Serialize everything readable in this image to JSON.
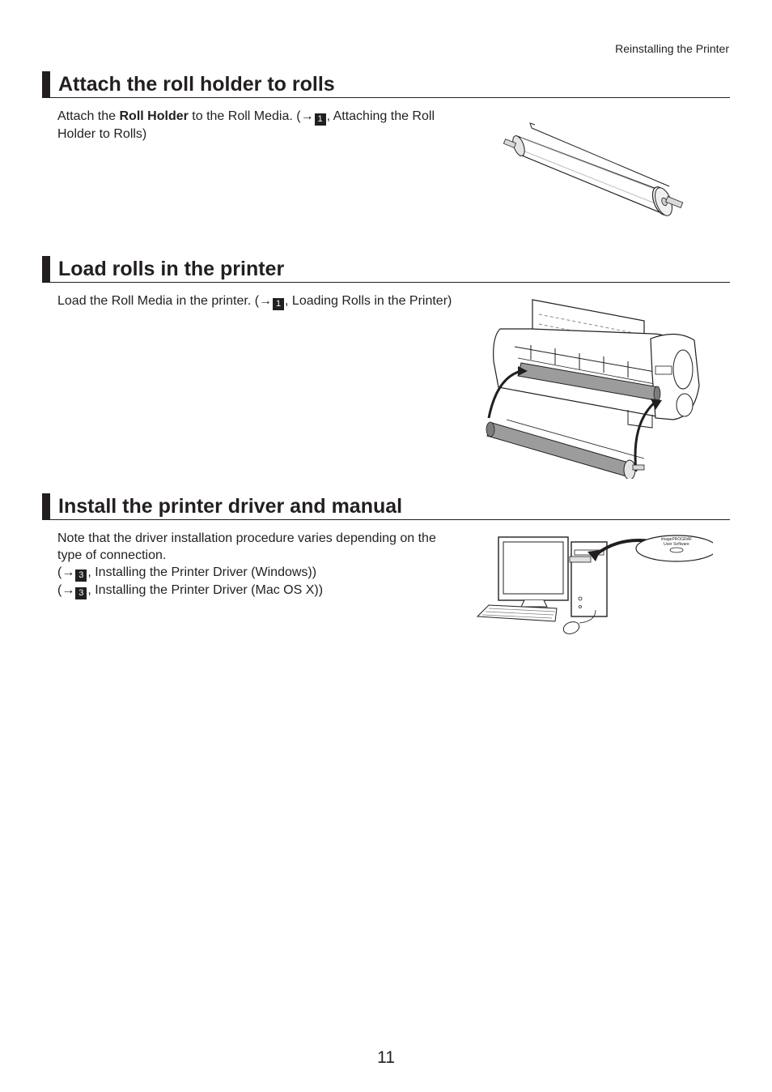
{
  "header": {
    "running_title": "Reinstalling the Printer"
  },
  "sections": [
    {
      "title": "Attach the roll holder to rolls",
      "text_before_bold": "Attach the ",
      "bold": "Roll Holder",
      "text_after_bold": " to the Roll Media. (→",
      "badge": "1",
      "text_after_badge": ", Attaching the Roll Holder to Rolls)"
    },
    {
      "title": "Load rolls in the printer",
      "text_before_badge": "Load the Roll Media in the printer. (→",
      "badge": "1",
      "text_after_badge": ", Loading Rolls in the Printer)"
    },
    {
      "title": "Install the printer driver and manual",
      "note": "Note that the driver installation procedure varies depending on the type of connection.",
      "links": [
        {
          "prefix": "(→",
          "badge": "3",
          "text": ", Installing the Printer Driver (Windows))"
        },
        {
          "prefix": "(→",
          "badge": "3",
          "text": ", Installing the Printer Driver (Mac OS X))"
        }
      ],
      "disc_label_1": "imagePROGRAF",
      "disc_label_2": "User Software"
    }
  ],
  "footer": {
    "page_number": "11"
  },
  "colors": {
    "text": "#231f20",
    "roll_gray": "#9c9c9c",
    "background": "#ffffff"
  }
}
